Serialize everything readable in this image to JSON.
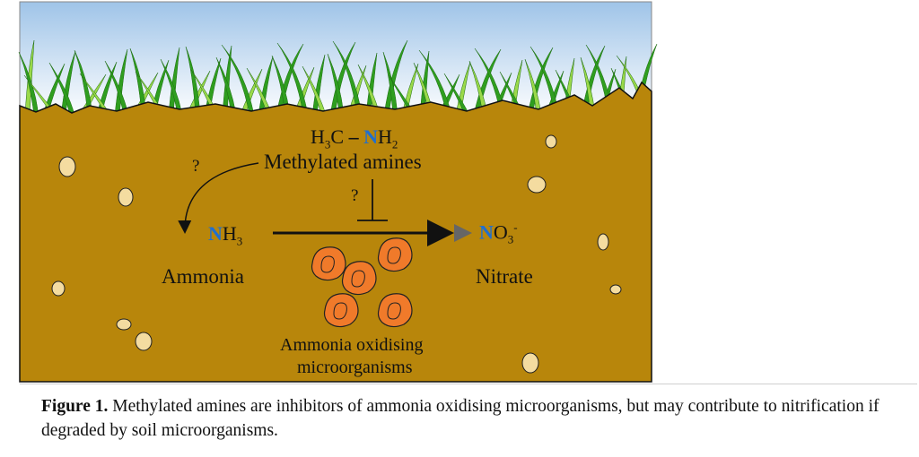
{
  "diagram": {
    "methylamine_formula": {
      "h3c_H": "H",
      "h3c_sub": "3",
      "h3c_C": "C",
      "bond": "–",
      "n_letter": "N",
      "h2_H": "H",
      "h2_sub": "2"
    },
    "methylated_amines_label": "Methylated amines",
    "question_left": "?",
    "question_inhibition": "?",
    "ammonia_formula": {
      "n_letter": "N",
      "h": "H",
      "sub": "3"
    },
    "ammonia_label": "Ammonia",
    "nitrate_formula": {
      "n_letter": "N",
      "o": "O",
      "sub": "3",
      "sup": "-"
    },
    "nitrate_label": "Nitrate",
    "microbes_label_line1": "Ammonia oxidising",
    "microbes_label_line2": "microorganisms"
  },
  "caption": {
    "prefix": "Figure 1.",
    "text": " Methylated amines are inhibitors of ammonia oxidising microorganisms, but may contribute to nitrification if degraded by soil microorganisms."
  },
  "colors": {
    "soil": "#b8860b",
    "sky_top": "#9fc4e8",
    "sky_bottom": "#ffffff",
    "grass_dark": "#2f9e1f",
    "grass_light": "#9ad94a",
    "microbe": "#f07a2a",
    "pebble": "#f4dca0",
    "element_blue": "#1f6fd1"
  }
}
